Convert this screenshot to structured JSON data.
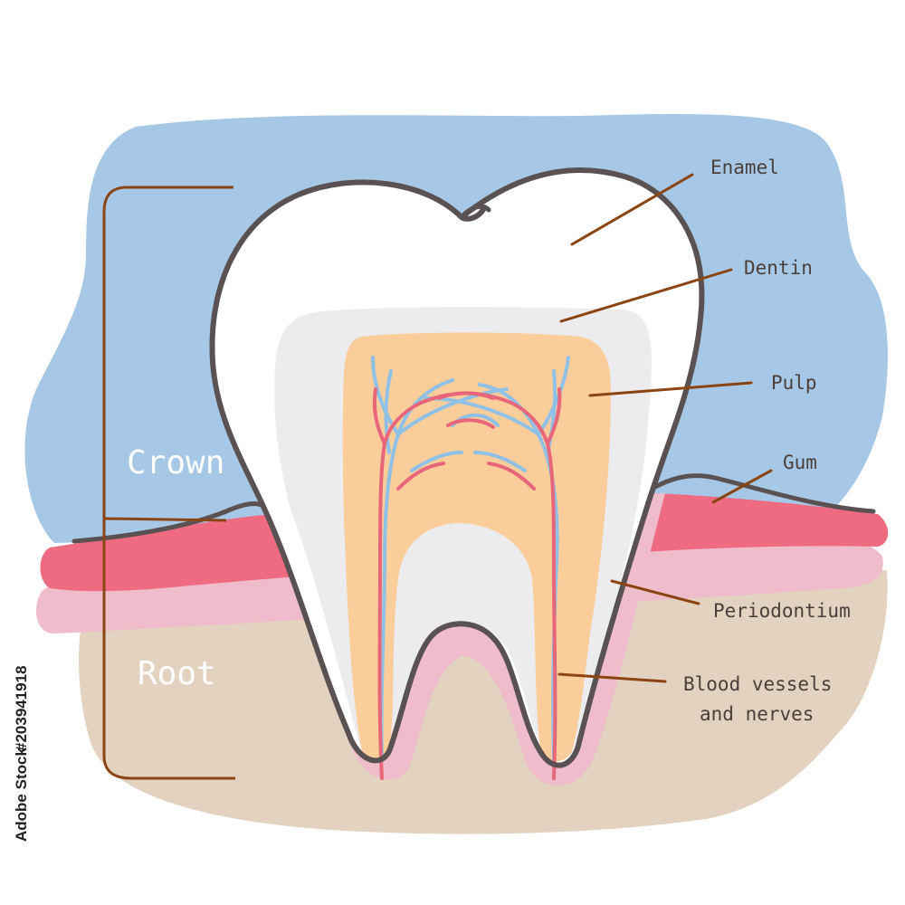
{
  "diagram": {
    "labels": {
      "enamel": "Enamel",
      "dentin": "Dentin",
      "pulp": "Pulp",
      "gum": "Gum",
      "periodontium": "Periodontium",
      "vessels_line1": "Blood vessels",
      "vessels_line2": "and nerves",
      "crown": "Crown",
      "root": "Root"
    },
    "colors": {
      "background_blue": "#a6c8e6",
      "bone": "#e2d2bf",
      "periodontium_pink": "#eebcca",
      "gum_red": "#ee6b82",
      "enamel": "#ffffff",
      "dentin": "#ececee",
      "pulp": "#fbcd9b",
      "artery": "#e8667a",
      "nerve": "#8fc1e6",
      "outline": "#5a5252",
      "leader": "#8b4513"
    }
  },
  "watermark": {
    "brand": "Adobe Stock",
    "id": "#203941918"
  }
}
